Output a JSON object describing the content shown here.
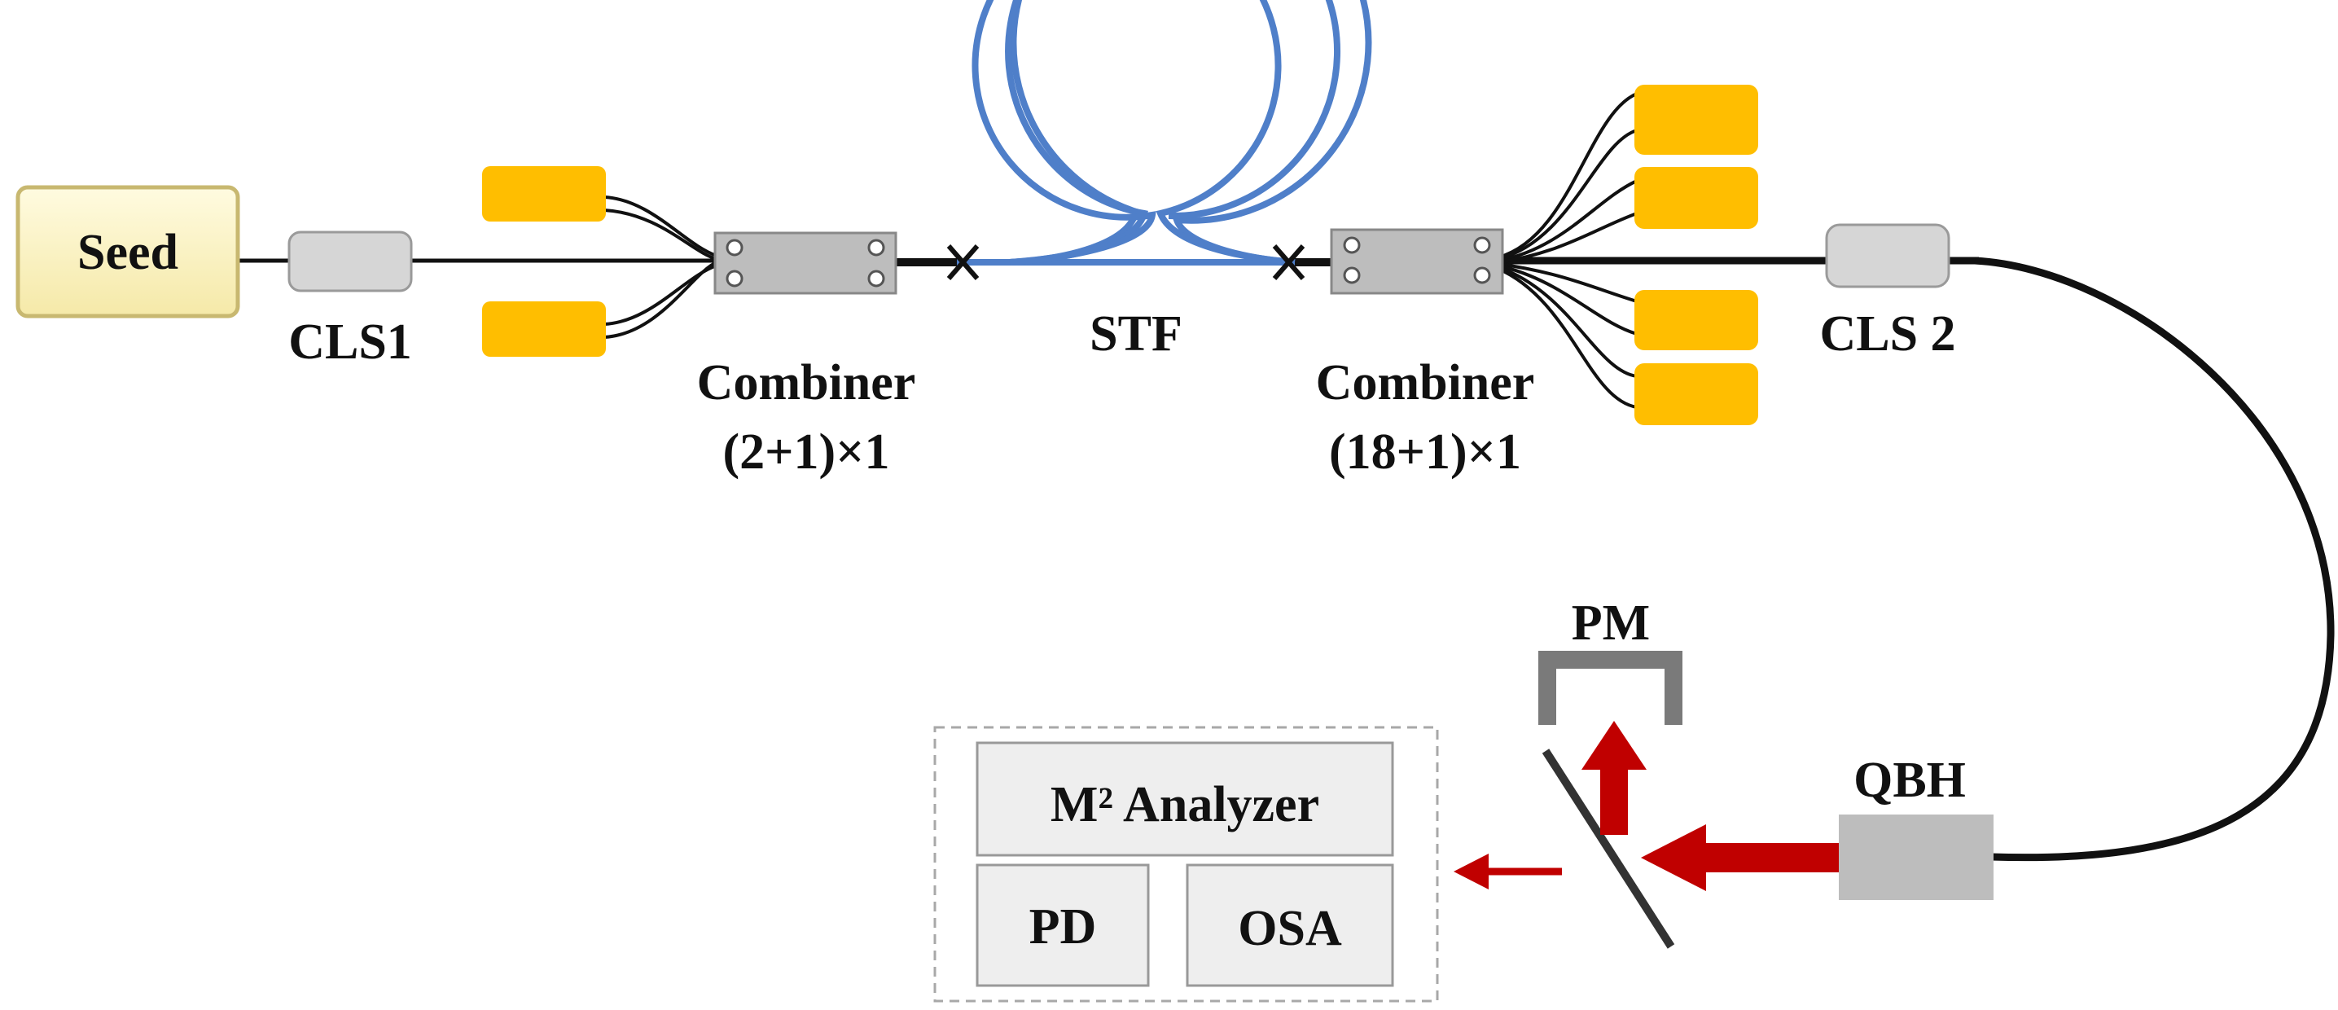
{
  "labels": {
    "seed": "Seed",
    "cls1": "CLS1",
    "combiner1_line1": "Combiner",
    "combiner1_line2": "(2+1)×1",
    "stf": "STF",
    "combiner2_line1": "Combiner",
    "combiner2_line2": "(18+1)×1",
    "cls2": "CLS 2",
    "pm": "PM",
    "qbh": "QBH",
    "m2_analyzer": "M² Analyzer",
    "pd": "PD",
    "osa": "OSA"
  },
  "colors": {
    "fiber": "#111111",
    "coil": "#4f7fc9",
    "pump": "#ffbe00",
    "seed_fill": "#fbf3c2",
    "seed_border": "#c8b870",
    "component_gray": "#bdbdbd",
    "cls_gray": "#d6d6d6",
    "laser_beam": "#c00000",
    "measure_box": "#eeeeee",
    "dashed_border": "#a8a8a8"
  }
}
